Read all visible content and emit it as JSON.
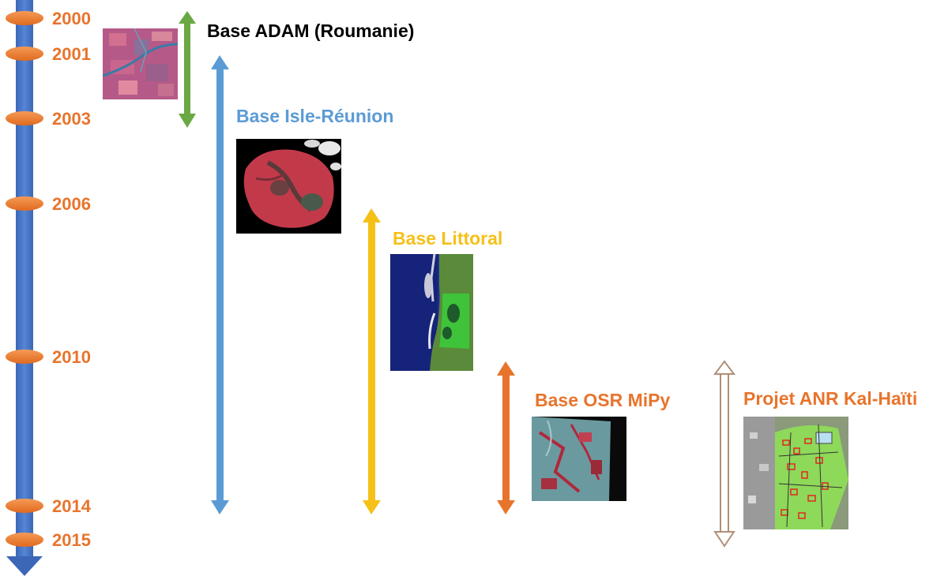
{
  "timeline": {
    "years": [
      "2000",
      "2001",
      "2003",
      "2006",
      "2010",
      "2014",
      "2015"
    ]
  },
  "databases": [
    {
      "label": "Base ADAM (Roumanie)",
      "color": "#000000",
      "arrow_color": "#6aa843",
      "start": 2000,
      "end": 2003
    },
    {
      "label": "Base Isle-Réunion",
      "color": "#5b9bd5",
      "arrow_color": "#5b9bd5",
      "start": 2001,
      "end": 2014
    },
    {
      "label": "Base Littoral",
      "color": "#f5c018",
      "arrow_color": "#f5c018",
      "start": 2006,
      "end": 2014
    },
    {
      "label": "Base OSR MiPy",
      "color": "#e8742c",
      "arrow_color": "#e8742c",
      "start": 2010,
      "end": 2014
    },
    {
      "label": "Projet ANR Kal-Haïti",
      "color": "#e8742c",
      "arrow_color": "#c0a08a",
      "start": 2010,
      "end": 2015
    }
  ],
  "colors": {
    "axis": "#4472c4",
    "year_marker": "#ed7d31",
    "year_text": "#e8742c"
  }
}
